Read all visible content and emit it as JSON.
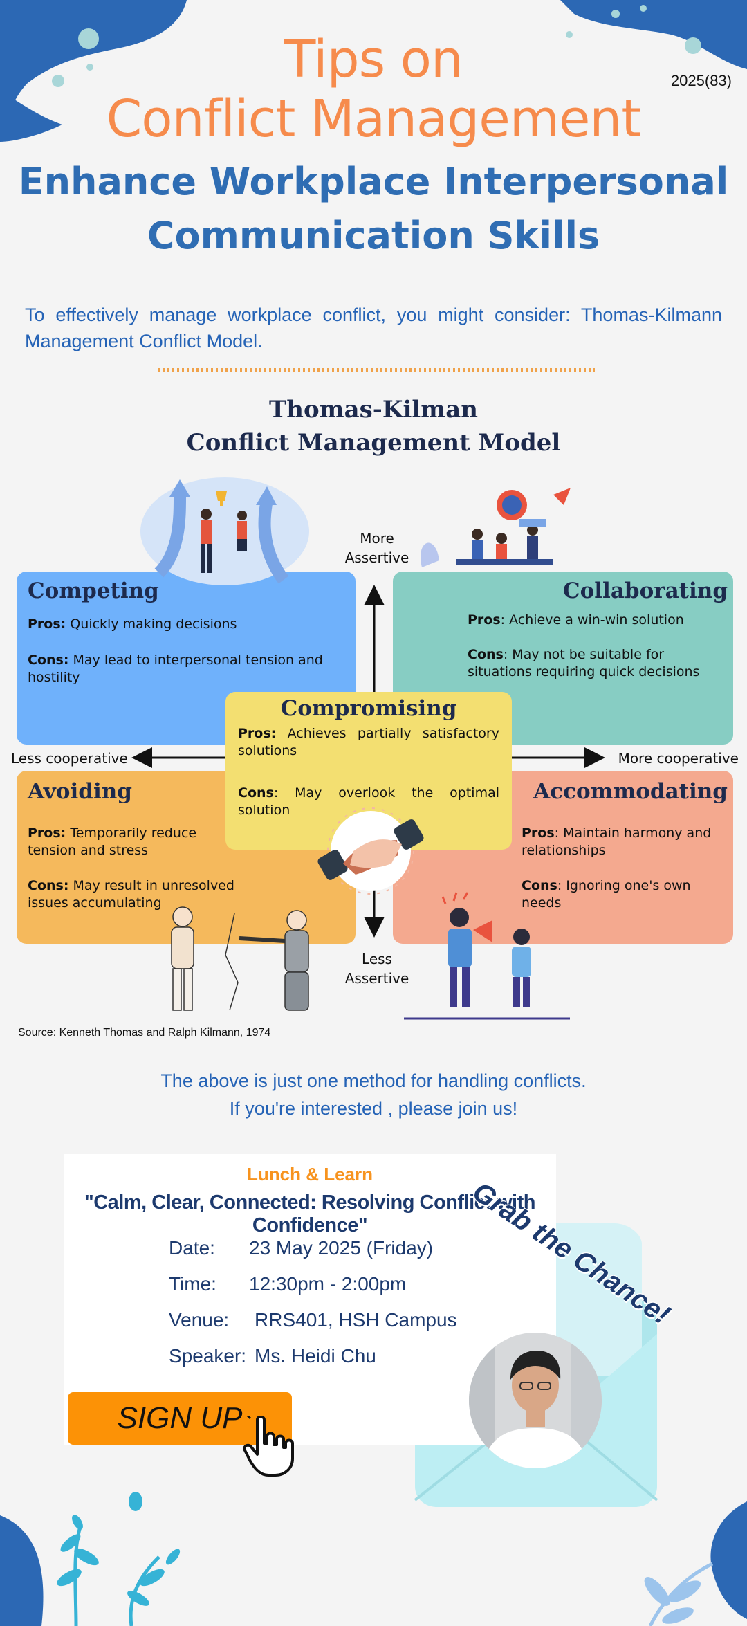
{
  "header": {
    "title_line1": "Tips on",
    "title_line2": "Conflict Management",
    "issue": "2025(83)",
    "subtitle_line1": "Enhance Workplace Interpersonal",
    "subtitle_line2": "Communication Skills"
  },
  "intro": "To effectively manage workplace conflict, you might consider: Thomas-Kilmann Management Conflict Model.",
  "model": {
    "title_line1": "Thomas-Kilman",
    "title_line2": "Conflict Management Model",
    "axes": {
      "more_assertive": "More Assertive",
      "less_assertive": "Less Assertive",
      "less_cooperative": "Less cooperative",
      "more_cooperative": "More cooperative"
    },
    "pros_label": "Pros",
    "cons_label": "Cons",
    "competing": {
      "title": "Competing",
      "pros": "Quickly making decisions",
      "cons": "May lead to interpersonal tension and hostility",
      "color": "#6fb1fb"
    },
    "collaborating": {
      "title": "Collaborating",
      "pros": "Achieve a win-win solution",
      "cons": "May not be suitable for situations requiring quick decisions",
      "color": "#87cdc3"
    },
    "compromising": {
      "title": "Compromising",
      "pros": "Achieves partially satisfactory solutions",
      "cons": "May overlook the optimal solution",
      "color": "#f3df71"
    },
    "avoiding": {
      "title": "Avoiding",
      "pros": "Temporarily reduce tension and stress",
      "cons": "May result in unresolved issues accumulating",
      "color": "#f5b95c"
    },
    "accommodating": {
      "title": "Accommodating",
      "pros": "Maintain harmony and relationships",
      "cons": "Ignoring one's own needs",
      "color": "#f4a98f"
    },
    "source": "Source: Kenneth Thomas and Ralph Kilmann, 1974"
  },
  "closing": {
    "line1": "The above is just one method for handling conflicts.",
    "line2": "If you're interested , please join us!"
  },
  "event": {
    "label": "Lunch & Learn",
    "title": "\"Calm, Clear, Connected: Resolving Conflict with Confidence\"",
    "date_label": "Date:",
    "date": "23 May 2025 (Friday)",
    "time_label": "Time:",
    "time": "12:30pm - 2:00pm",
    "venue_label": "Venue:",
    "venue": "RRS401, HSH Campus",
    "speaker_label": "Speaker:",
    "speaker": "Ms. Heidi Chu",
    "signup": "SIGN UP",
    "grab": "Grab the Chance!"
  },
  "colors": {
    "title_orange": "#f68b4c",
    "subtitle_blue": "#2f6db3",
    "signup_orange": "#fc9206",
    "navy": "#1d3a6e"
  }
}
